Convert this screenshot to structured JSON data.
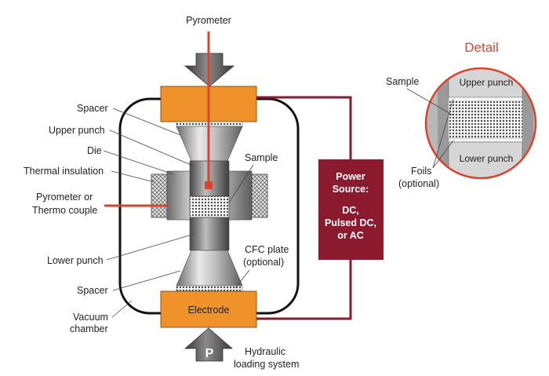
{
  "labels": {
    "pyrometer_top": "Pyrometer",
    "spacer_top": "Spacer",
    "upper_punch": "Upper punch",
    "die": "Die",
    "thermal_insulation": "Thermal insulation",
    "pyrometer_or": "Pyrometer or",
    "thermo_couple": "Thermo couple",
    "lower_punch": "Lower punch",
    "spacer_bottom": "Spacer",
    "vacuum": "Vacuum",
    "chamber": "chamber",
    "sample": "Sample",
    "cfc_plate": "CFC plate",
    "cfc_optional": "(optional)",
    "electrode": "Electrode",
    "p_symbol": "P",
    "hydraulic": "Hydraulic",
    "loading_system": "loading system"
  },
  "power_source": {
    "line1": "Power",
    "line2": "Source:",
    "line3": "DC,",
    "line4": "Pulsed DC,",
    "line5": "or AC"
  },
  "detail": {
    "title": "Detail",
    "sample": "Sample",
    "upper_punch": "Upper punch",
    "lower_punch": "Lower punch",
    "foils": "Foils",
    "foils_optional": "(optional)"
  },
  "colors": {
    "spacer_orange": "#f0922a",
    "circuit_maroon": "#8b1a2e",
    "pyrometer_red": "#d8442e",
    "detail_bg": "#b8b8b8",
    "detail_title": "#d8442e"
  }
}
